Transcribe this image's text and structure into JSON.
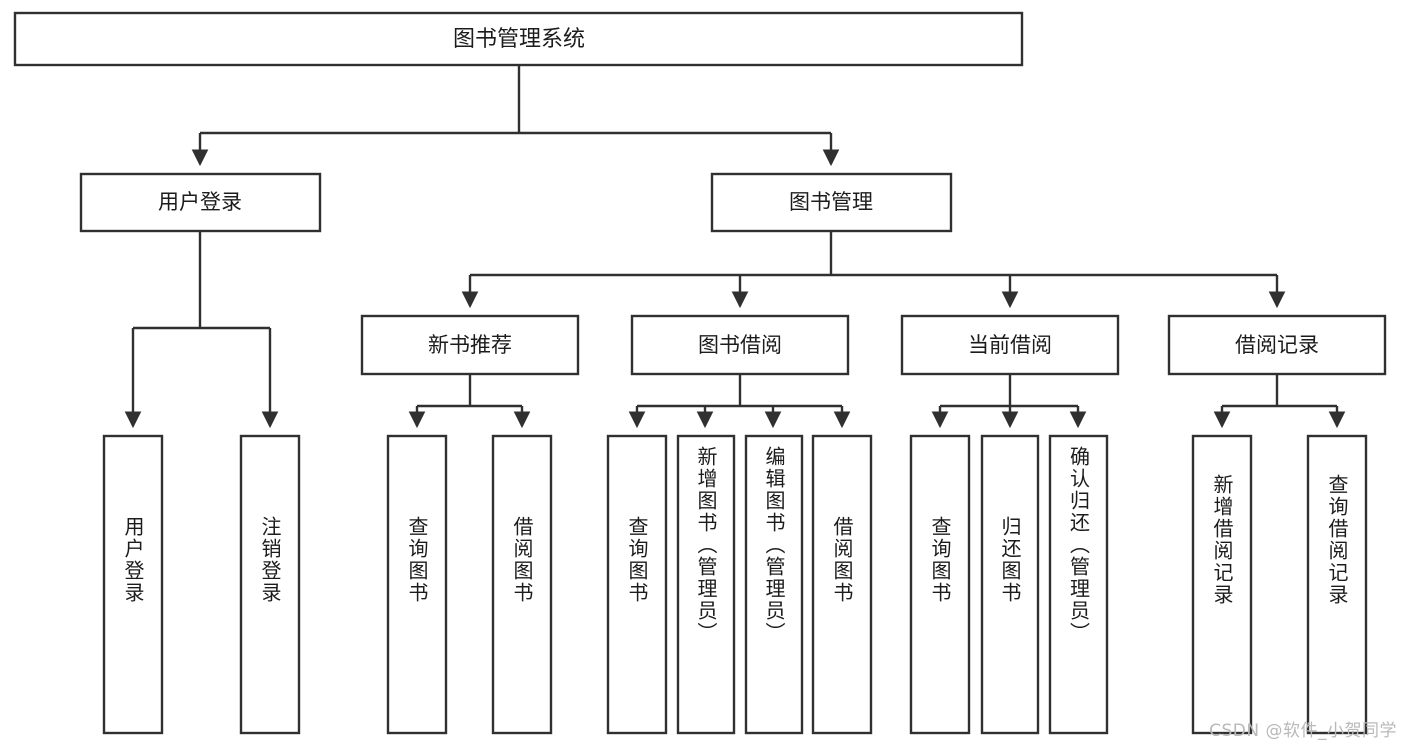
{
  "diagram": {
    "type": "tree-hierarchy",
    "title": "图书管理系统",
    "orientation": "top-down",
    "colors": {
      "stroke": "#303030",
      "fill": "#ffffff",
      "text": "#1c1c1c",
      "watermark": "#b9b9b9",
      "background": "#ffffff"
    },
    "root": {
      "label": "图书管理系统"
    },
    "level2": [
      {
        "label": "用户登录"
      },
      {
        "label": "图书管理"
      }
    ],
    "level3": [
      {
        "label": "新书推荐"
      },
      {
        "label": "图书借阅"
      },
      {
        "label": "当前借阅"
      },
      {
        "label": "借阅记录"
      }
    ],
    "leaves": {
      "user_login": [
        {
          "label": "用户登录"
        },
        {
          "label": "注销登录"
        }
      ],
      "new_book_recommend": [
        {
          "label": "查询图书"
        },
        {
          "label": "借阅图书"
        }
      ],
      "book_borrow": [
        {
          "label": "查询图书"
        },
        {
          "label": "新增图书（管理员）"
        },
        {
          "label": "编辑图书（管理员）"
        },
        {
          "label": "借阅图书"
        }
      ],
      "current_borrow": [
        {
          "label": "查询图书"
        },
        {
          "label": "归还图书"
        },
        {
          "label": "确认归还（管理员）"
        }
      ],
      "borrow_record": [
        {
          "label": "新增借阅记录"
        },
        {
          "label": "查询借阅记录"
        }
      ]
    },
    "watermark": "CSDN @软件_小贺同学"
  }
}
